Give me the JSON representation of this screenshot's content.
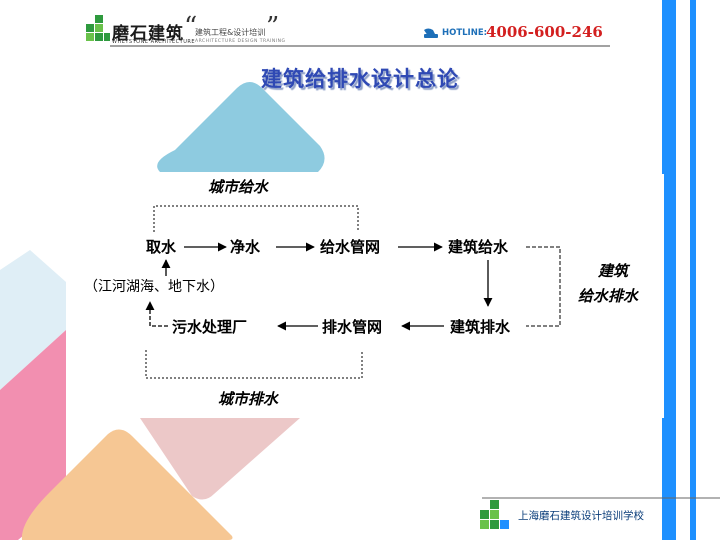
{
  "header": {
    "logo_text": "磨石建筑",
    "logo_sub": "WHETSTONE ARCHITECTURE",
    "slogan": "建筑工程&设计培训",
    "slogan_sub": "ARCHITECTURE DESIGN TRAINING",
    "quote_open": "“",
    "quote_close": "”",
    "hotline_label": "HOTLINE:",
    "hotline_number": "4006-600-246"
  },
  "title": "建筑给排水设计总论",
  "diagram": {
    "city_supply": "城市给水",
    "city_drainage": "城市排水",
    "building_system": [
      "建筑",
      "给水排水"
    ],
    "nodes": {
      "intake": "取水",
      "purify": "净水",
      "supply_network": "给水管网",
      "building_supply": "建筑给水",
      "building_drainage": "建筑排水",
      "drainage_network": "排水管网",
      "sewage_plant": "污水处理厂",
      "source": "（江河湖海、地下水）"
    }
  },
  "footer": {
    "school": "上海磨石建筑设计培训学校"
  },
  "colors": {
    "title": "#2f49b4",
    "right_bar": "#1e90ff",
    "hotline_number": "#d31f1f",
    "hotline_label": "#1d6fb8"
  }
}
